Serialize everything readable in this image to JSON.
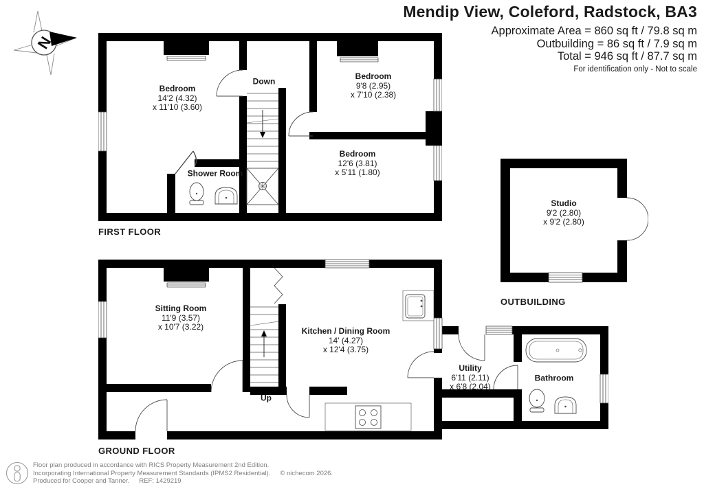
{
  "header": {
    "title": "Mendip View, Coleford, Radstock, BA3",
    "area_line1": "Approximate Area = 860 sq ft / 79.8 sq m",
    "area_line2": "Outbuilding = 86 sq ft / 7.9 sq m",
    "area_line3": "Total = 946 sq ft / 87.7 sq m",
    "disclaimer": "For identification only - Not to scale"
  },
  "compass": {
    "north_label": "N"
  },
  "floors": {
    "first": {
      "label": "FIRST FLOOR",
      "stairs_label": "Down",
      "rooms": {
        "bedroom1": {
          "name": "Bedroom",
          "dim1": "14'2 (4.32)",
          "dim2": "x 11'10 (3.60)"
        },
        "bedroom2": {
          "name": "Bedroom",
          "dim1": "9'8 (2.95)",
          "dim2": "x 7'10 (2.38)"
        },
        "bedroom3": {
          "name": "Bedroom",
          "dim1": "12'6 (3.81)",
          "dim2": "x 5'11 (1.80)"
        },
        "shower_room": {
          "name": "Shower Room"
        }
      }
    },
    "ground": {
      "label": "GROUND FLOOR",
      "stairs_label": "Up",
      "rooms": {
        "sitting_room": {
          "name": "Sitting Room",
          "dim1": "11'9 (3.57)",
          "dim2": "x 10'7 (3.22)"
        },
        "kitchen": {
          "name": "Kitchen / Dining Room",
          "dim1": "14' (4.27)",
          "dim2": "x 12'4 (3.75)"
        },
        "utility": {
          "name": "Utility",
          "dim1": "6'11 (2.11)",
          "dim2": "x 6'8 (2.04)"
        },
        "bathroom": {
          "name": "Bathroom"
        }
      }
    },
    "outbuilding": {
      "label": "OUTBUILDING",
      "rooms": {
        "studio": {
          "name": "Studio",
          "dim1": "9'2 (2.80)",
          "dim2": "x 9'2 (2.80)"
        }
      }
    }
  },
  "footer": {
    "line1": "Floor plan produced in accordance with RICS Property Measurement 2nd Edition.",
    "line2": "Incorporating International Property Measurement Standards (IPMS2 Residential).",
    "copyright": "© nichecom 2026.",
    "line3": "Produced for Cooper and Tanner.",
    "ref": "REF: 1429219"
  },
  "colors": {
    "wall": "#000000",
    "background": "#ffffff",
    "thin_line": "#4a4a4a",
    "footer_text": "#7d7d7d"
  }
}
